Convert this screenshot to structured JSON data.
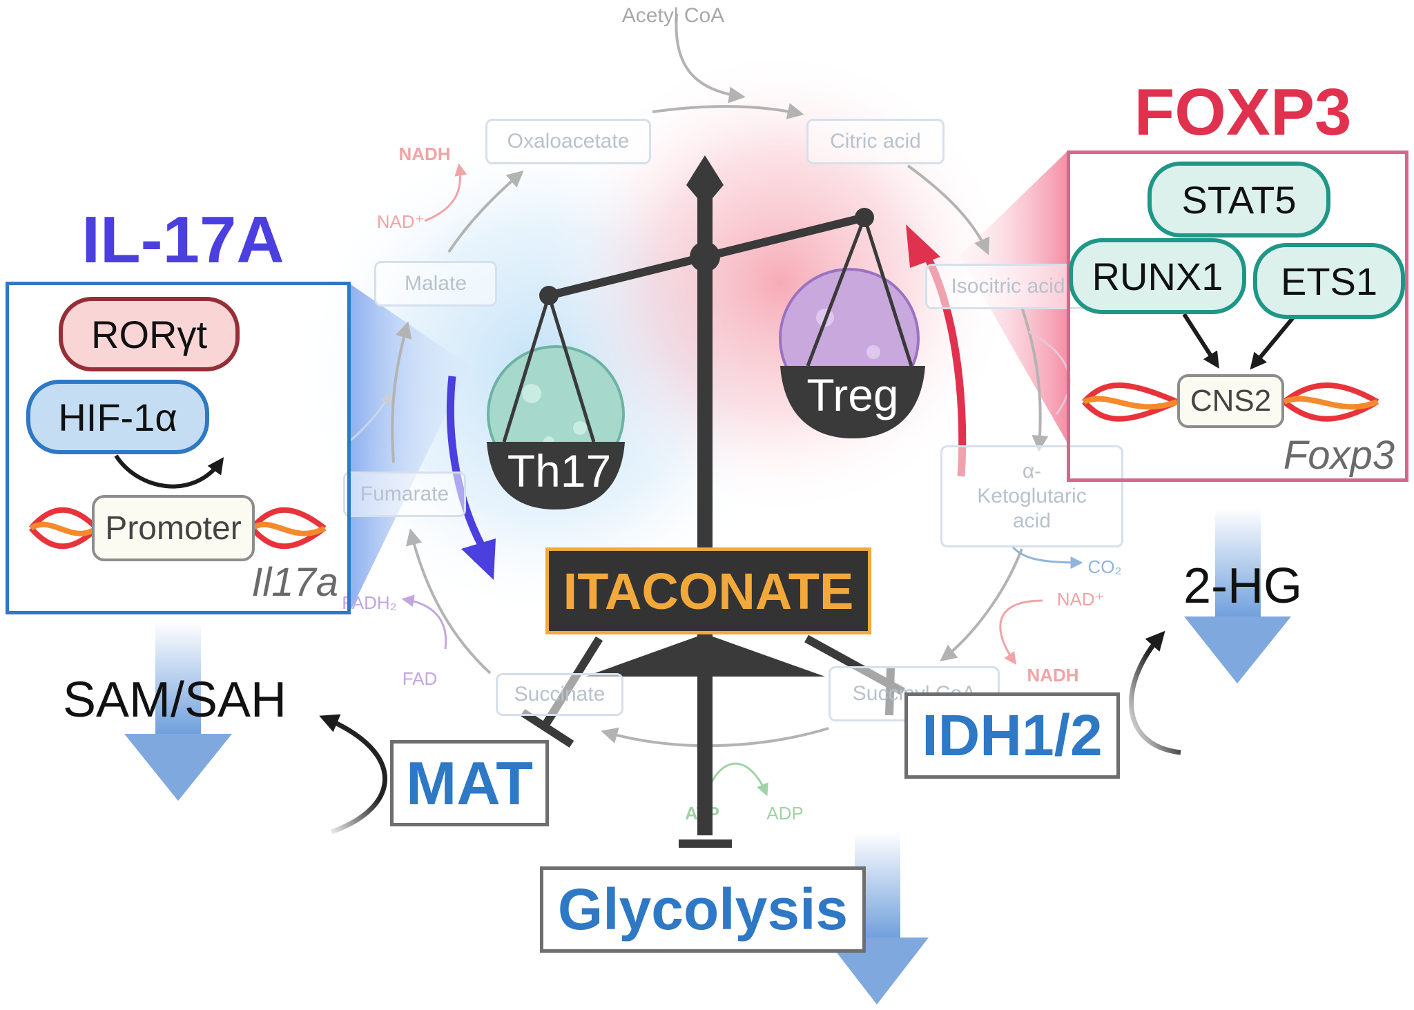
{
  "tca": {
    "acetyl_coa": "Acetyl CoA",
    "oxaloacetate": "Oxaloacetate",
    "citric_acid": "Citric acid",
    "isocitric_acid": "Isocitric acid",
    "alpha_ketoglutaric_acid": "α-\nKetoglutaric\nacid",
    "succinyl_coa": "Succinyl CoA",
    "succinate": "Succinate",
    "fumarate": "Fumarate",
    "malate": "Malate",
    "nadh_top": "NADH",
    "nad_top": "NAD⁺",
    "co2": "CO₂",
    "nad_right": "NAD⁺",
    "nadh_right": "NADH",
    "fadh2": "FADH₂",
    "fad": "FAD",
    "atp": "ATP",
    "adp": "ADP"
  },
  "scale": {
    "th17_label": "Th17",
    "treg_label": "Treg",
    "itaconate_label": "ITACONATE"
  },
  "il17": {
    "title": "IL-17A",
    "rorgt": "RORγt",
    "hif1a": "HIF-1α",
    "promoter": "Promoter",
    "gene": "Il17a"
  },
  "foxp3": {
    "title": "FOXP3",
    "stat5": "STAT5",
    "runx1": "RUNX1",
    "ets1": "ETS1",
    "cns2": "CNS2",
    "gene": "Foxp3"
  },
  "targets": {
    "mat": "MAT",
    "idh": "IDH1/2",
    "glycolysis": "Glycolysis",
    "sam_sah": "SAM/SAH",
    "two_hg": "2-HG"
  },
  "colors": {
    "il17_accent": "#4b3fe0",
    "foxp3_accent": "#e0314f",
    "itaconate_gold": "#f3a93a",
    "target_blue": "#2e78c5",
    "scale_dark": "#3a3a3a"
  }
}
